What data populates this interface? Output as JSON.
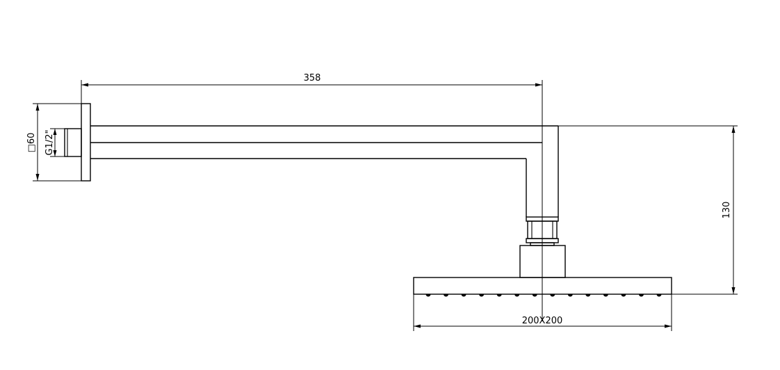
{
  "drawing": {
    "line_color": "#000000",
    "background": "#ffffff",
    "dimensions": {
      "arm_length": "358",
      "flange_size": "□60",
      "thread": "G1/2\"",
      "drop_height": "130",
      "head_size": "200X200"
    },
    "head_nozzle_count": 14
  }
}
